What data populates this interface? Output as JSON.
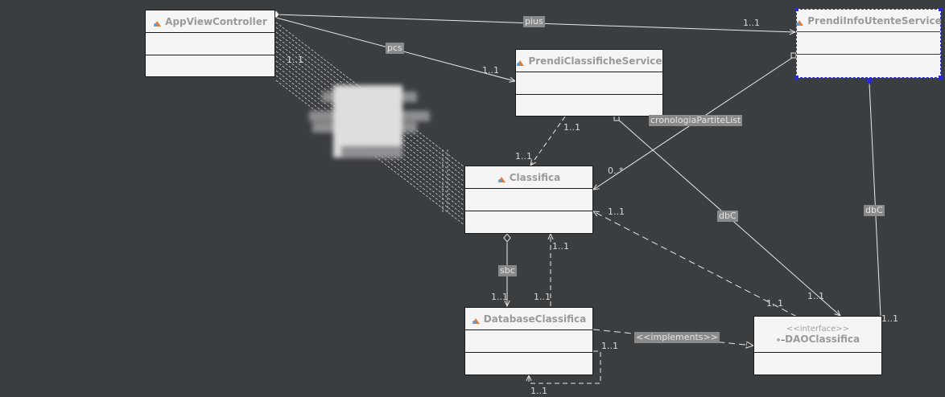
{
  "classes": {
    "app_view_controller": {
      "name": "AppViewController"
    },
    "prendi_info_utente_service": {
      "name": "PrendiInfoUtenteService"
    },
    "prendi_classifiche_service": {
      "name": "PrendiClassificheService"
    },
    "classifica": {
      "name": "Classifica"
    },
    "database_classifica": {
      "name": "DatabaseClassifica"
    },
    "dao_classifica": {
      "name": "DAOClassifica",
      "stereotype": "<<interface>>"
    }
  },
  "labels": {
    "pius": "pius",
    "pcs": "pcs",
    "cronologia": "cronologiaPartiteList",
    "dbc_left": "dbC",
    "dbc_right": "dbC",
    "sbc": "sbc",
    "implements": "<<implements>>"
  },
  "multiplicities": {
    "pius_end": "1..1",
    "pcs_end": "1..1",
    "app_side": "1..1",
    "pcs_classifica_top": "1..1",
    "pcs_classifica_end": "1..1",
    "pius_classifica": "0..*",
    "classifica_right": "1..1",
    "dbc_end": "1..1",
    "dbc_right_end": "1..1",
    "dao_classifica_end": "1..1",
    "sbc_end": "1..1",
    "db_up": "1..1",
    "db_self_top": "1..1",
    "db_self_bottom": "1..1"
  },
  "colors": {
    "background": "#3b3e41",
    "box_fill": "#f5f5f5",
    "line": "#e8e8e8",
    "selection": "#2b2bd6"
  }
}
